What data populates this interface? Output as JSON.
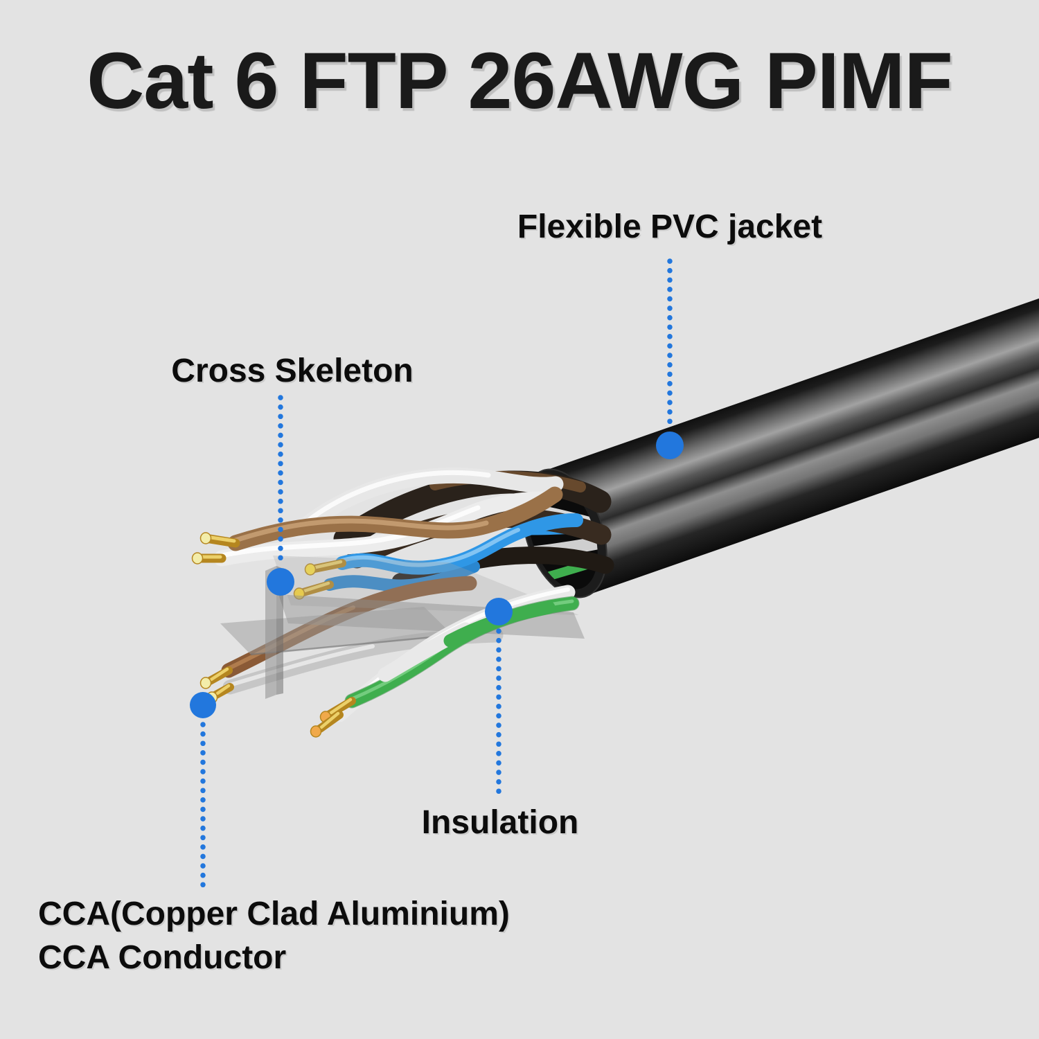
{
  "title": "Cat 6 FTP 26AWG PIMF",
  "callouts": {
    "pvc_jacket": "Flexible PVC jacket",
    "cross_skeleton": "Cross Skeleton",
    "insulation": "Insulation",
    "cca_line1": "CCA(Copper Clad Aluminium)",
    "cca_line2": "CCA Conductor"
  },
  "icons": {
    "callout_dot": "filled-circle",
    "callout_line": "dotted-vertical-line"
  },
  "colors": {
    "background": "#e3e3e3",
    "accent_blue": "#2277dd",
    "title_text": "#1a1a1a",
    "label_text": "#0c0c0c",
    "jacket_black": "#141414",
    "wire_white": "#ebebeb",
    "wire_blue": "#2f97e6",
    "wire_green": "#3fae4e",
    "wire_brown": "#9a7148",
    "conductor_gold": "#c9a227",
    "skeleton_gray": "#9d9d9d"
  }
}
